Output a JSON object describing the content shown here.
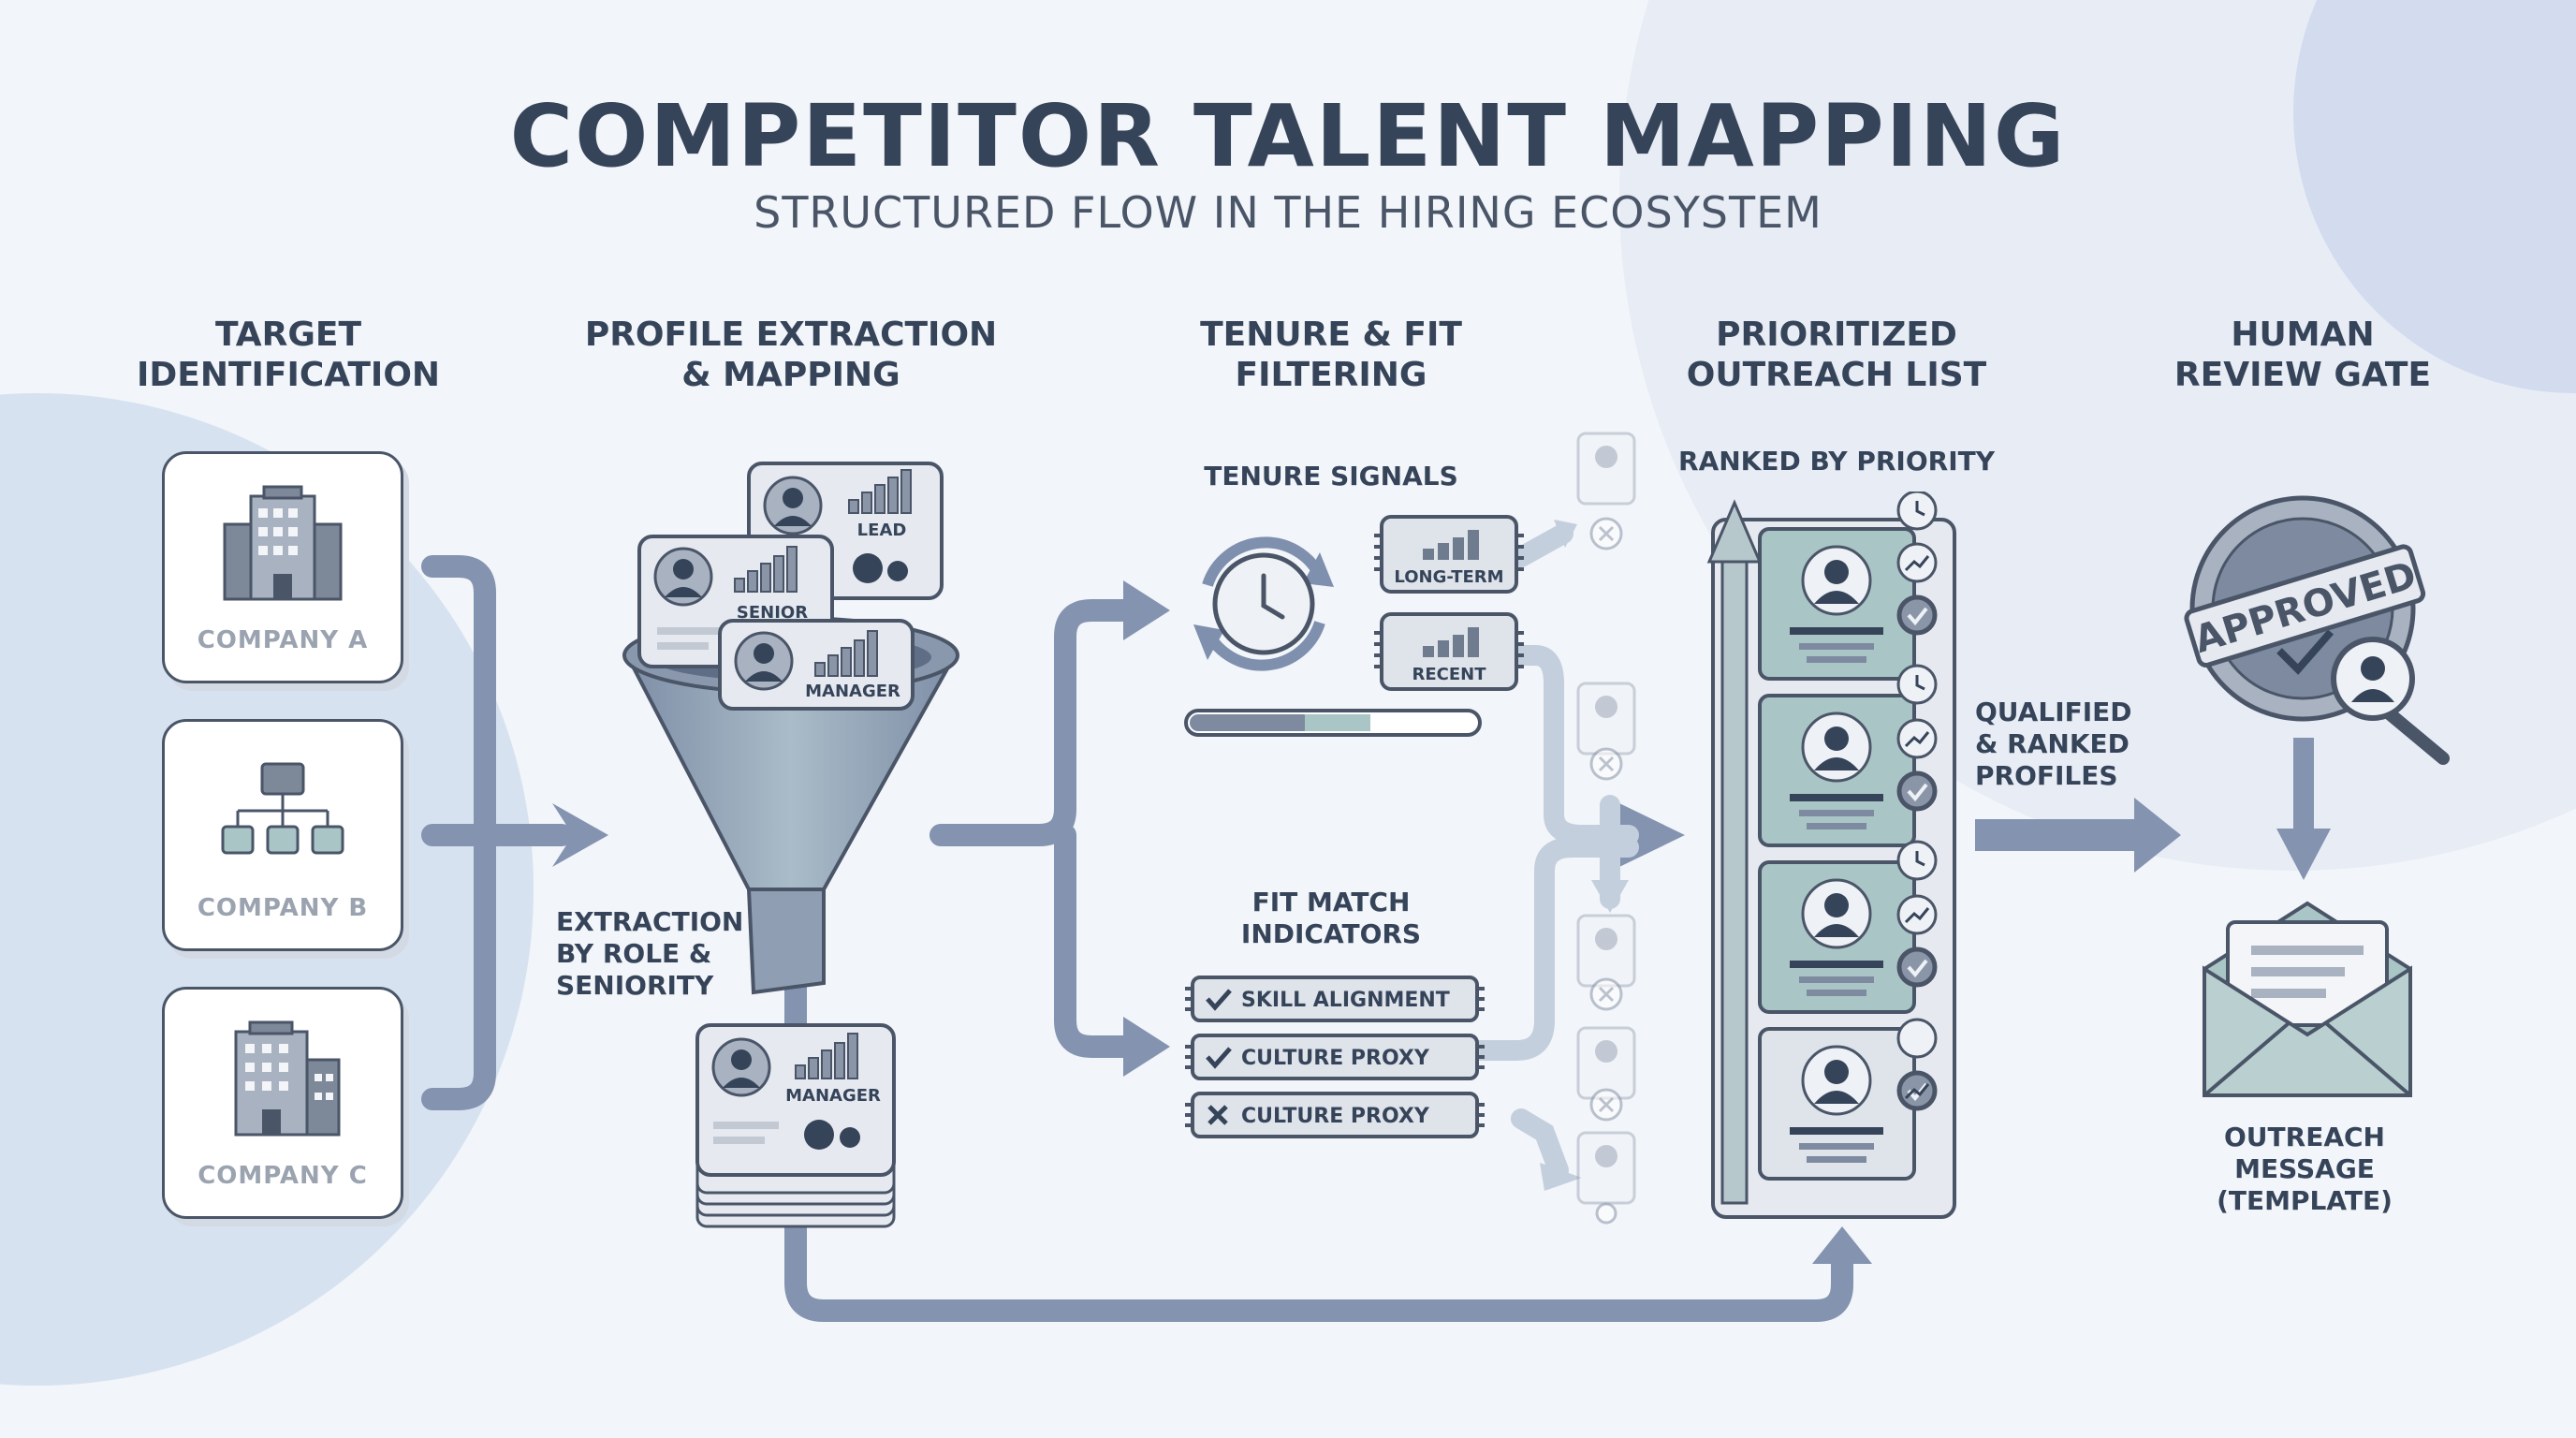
{
  "header": {
    "title": "COMPETITOR TALENT MAPPING",
    "subtitle": "STRUCTURED FLOW IN THE HIRING ECOSYSTEM"
  },
  "stages": [
    {
      "label": "TARGET\nIDENTIFICATION"
    },
    {
      "label": "PROFILE EXTRACTION\n& MAPPING"
    },
    {
      "label": "TENURE & FIT\nFILTERING"
    },
    {
      "label": "PRIORITIZED\nOUTREACH LIST"
    },
    {
      "label": "HUMAN\nREVIEW GATE"
    }
  ],
  "companies": [
    "COMPANY A",
    "COMPANY B",
    "COMPANY C"
  ],
  "extraction": {
    "label": "EXTRACTION\nBY ROLE &\nSENIORITY",
    "cards": [
      "LEAD",
      "SENIOR",
      "MANAGER"
    ],
    "output_card": "MANAGER"
  },
  "tenure": {
    "title": "TENURE SIGNALS",
    "chips": [
      "LONG-TERM",
      "RECENT"
    ]
  },
  "fit": {
    "title": "FIT MATCH\nINDICATORS",
    "tags": [
      {
        "label": "SKILL ALIGNMENT",
        "icon": "check-icon"
      },
      {
        "label": "CULTURE PROXY",
        "icon": "check-icon"
      },
      {
        "label": "CULTURE PROXY",
        "icon": "x-icon"
      }
    ]
  },
  "outreach": {
    "title": "RANKED BY PRIORITY",
    "qualified_label": "QUALIFIED\n& RANKED\nPROFILES"
  },
  "review": {
    "stamp": "APPROVED",
    "message_label": "OUTREACH MESSAGE\n(TEMPLATE)"
  },
  "colors": {
    "ink": "#4a5568",
    "arrow": "#7f8fae",
    "teal": "#a9c5c6",
    "background": "#f2f5f9"
  }
}
